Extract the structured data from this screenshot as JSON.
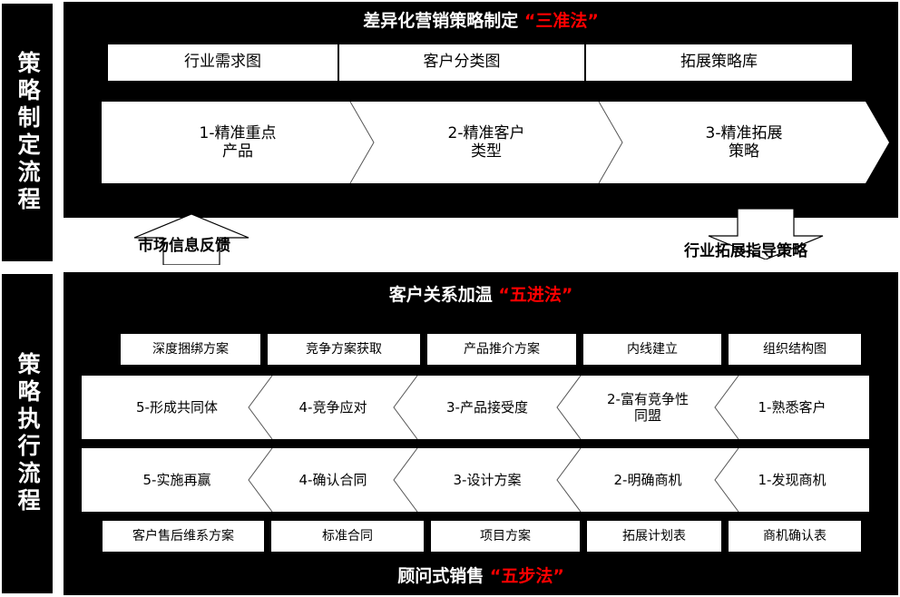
{
  "sidebar": {
    "top_label": "策略制定流程",
    "bottom_label": "策略执行流程"
  },
  "colors": {
    "background": "#000000",
    "box": "#ffffff",
    "text_light": "#ffffff",
    "text_dark": "#000000",
    "accent_red": "#ff0000"
  },
  "top_section": {
    "title_main": "差异化营销策略制定",
    "title_accent": "“三准法”",
    "tools": [
      {
        "label": "行业需求图"
      },
      {
        "label": "客户分类图"
      },
      {
        "label": "拓展策略库"
      }
    ],
    "steps": [
      {
        "label": "1-精准重点产品",
        "line1": "1-精准重点",
        "line2": "产品"
      },
      {
        "label": "2-精准客户类型",
        "line1": "2-精准客户",
        "line2": "类型"
      },
      {
        "label": "3-精准拓展策略",
        "line1": "3-精准拓展",
        "line2": "策略"
      }
    ]
  },
  "connectors": {
    "left_up_label": "市场信息反馈",
    "right_down_label": "行业拓展指导策略"
  },
  "bottom_section": {
    "title_main": "客户关系加温",
    "title_accent": "“五进法”",
    "footer_main": "顾问式销售",
    "footer_accent": "“五步法”",
    "tools_top": [
      {
        "label": "深度捆绑方案"
      },
      {
        "label": "竞争方案获取"
      },
      {
        "label": "产品推介方案"
      },
      {
        "label": "内线建立"
      },
      {
        "label": "组织结构图"
      }
    ],
    "steps_upper": [
      {
        "label": "5-形成共同体",
        "line1": "5-形成共同体",
        "line2": ""
      },
      {
        "label": "4-竞争应对",
        "line1": "4-竞争应对",
        "line2": ""
      },
      {
        "label": "3-产品接受度",
        "line1": "3-产品接受度",
        "line2": ""
      },
      {
        "label": "2-富有竞争性同盟",
        "line1": "2-富有竞争性",
        "line2": "同盟"
      },
      {
        "label": "1-熟悉客户",
        "line1": "1-熟悉客户",
        "line2": ""
      }
    ],
    "steps_lower": [
      {
        "label": "5-实施再赢",
        "line1": "5-实施再赢",
        "line2": ""
      },
      {
        "label": "4-确认合同",
        "line1": "4-确认合同",
        "line2": ""
      },
      {
        "label": "3-设计方案",
        "line1": "3-设计方案",
        "line2": ""
      },
      {
        "label": "2-明确商机",
        "line1": "2-明确商机",
        "line2": ""
      },
      {
        "label": "1-发现商机",
        "line1": "1-发现商机",
        "line2": ""
      }
    ],
    "tools_bottom": [
      {
        "label": "客户售后维系方案"
      },
      {
        "label": "标准合同"
      },
      {
        "label": "项目方案"
      },
      {
        "label": "拓展计划表"
      },
      {
        "label": "商机确认表"
      }
    ]
  }
}
